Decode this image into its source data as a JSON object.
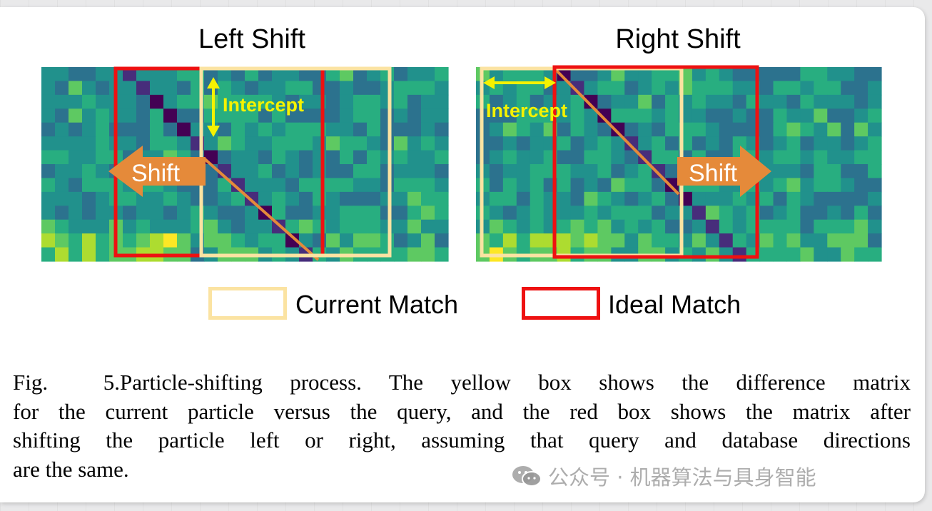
{
  "figure": {
    "left_panel": {
      "title": "Left Shift",
      "intercept_label": "Intercept",
      "shift_label": "Shift"
    },
    "right_panel": {
      "title": "Right Shift",
      "intercept_label": "Intercept",
      "shift_label": "Shift"
    },
    "legend": [
      {
        "label": "Current Match",
        "color": "#fbe3a2"
      },
      {
        "label": "Ideal Match",
        "color": "#ee1111"
      }
    ],
    "colors": {
      "current_match": "#fbe3a2",
      "ideal_match": "#ee1111",
      "intercept_arrow": "#f5f200",
      "shift_arrow": "#e58a3a",
      "diagonal": "#e58a3a",
      "heatmap_palette": "viridis"
    }
  },
  "caption": {
    "figure_number": "Fig. 5.",
    "lines": [
      "Particle-shifting process. The yellow box shows the difference matrix",
      "for the current particle versus the query, and the red box shows the matrix after",
      "shifting the particle left or right, assuming that query and database directions",
      "are the same."
    ]
  },
  "watermark": {
    "icon": "wechat-icon",
    "text": "公众号 · 机器算法与具身智能"
  }
}
